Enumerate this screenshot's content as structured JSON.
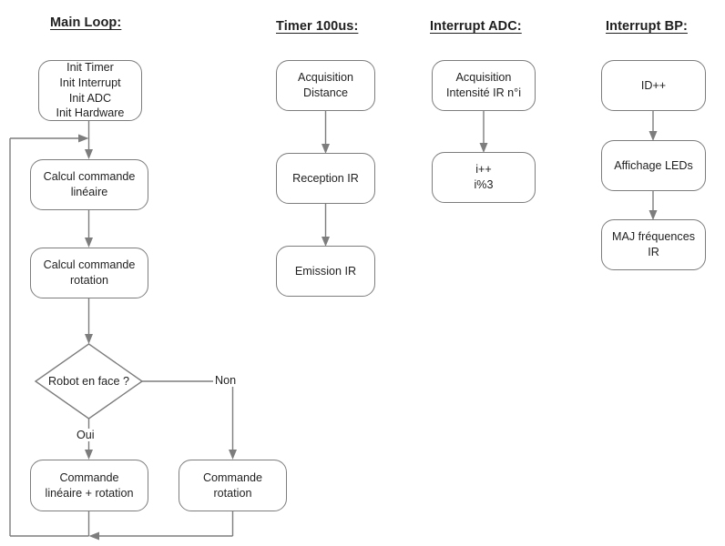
{
  "diagram": {
    "title_suffix": ":",
    "columns": [
      {
        "id": "main-loop",
        "title": "Main Loop:",
        "nodes": [
          {
            "id": "init",
            "lines": [
              "Init Timer",
              "Init Interrupt",
              "Init ADC",
              "Init Hardware"
            ]
          },
          {
            "id": "calc-lineaire",
            "lines": [
              "Calcul commande",
              "linéaire"
            ]
          },
          {
            "id": "calc-rotation",
            "lines": [
              "Calcul commande",
              "rotation"
            ]
          },
          {
            "id": "decision-robot",
            "shape": "diamond",
            "lines": [
              "Robot en face ?"
            ]
          },
          {
            "id": "commande-lineaire-rotation",
            "lines": [
              "Commande",
              "linéaire + rotation"
            ]
          },
          {
            "id": "commande-rotation",
            "lines": [
              "Commande",
              "rotation"
            ]
          }
        ],
        "edge_labels": [
          {
            "id": "oui",
            "text": "Oui"
          },
          {
            "id": "non",
            "text": "Non"
          }
        ]
      },
      {
        "id": "timer-100us",
        "title": "Timer 100us:",
        "nodes": [
          {
            "id": "acquisition-distance",
            "lines": [
              "Acquisition",
              "Distance"
            ]
          },
          {
            "id": "reception-ir",
            "lines": [
              "Reception IR"
            ]
          },
          {
            "id": "emission-ir",
            "lines": [
              "Emission IR"
            ]
          }
        ],
        "edge_labels": []
      },
      {
        "id": "interrupt-adc",
        "title": "Interrupt ADC:",
        "nodes": [
          {
            "id": "acquisition-intensite",
            "lines": [
              "Acquisition",
              "Intensité IR n°i"
            ]
          },
          {
            "id": "increment-i",
            "lines": [
              "i++",
              "i%3"
            ]
          }
        ],
        "edge_labels": []
      },
      {
        "id": "interrupt-bp",
        "title": "Interrupt BP:",
        "nodes": [
          {
            "id": "id-increment",
            "lines": [
              "ID++"
            ]
          },
          {
            "id": "affichage-leds",
            "lines": [
              "Affichage LEDs"
            ]
          },
          {
            "id": "maj-frequences-ir",
            "lines": [
              "MAJ fréquences",
              "IR"
            ]
          }
        ],
        "edge_labels": []
      }
    ],
    "colors": {
      "stroke": "#7d7d7d",
      "text": "#1f1f1f",
      "background": "#ffffff"
    }
  }
}
